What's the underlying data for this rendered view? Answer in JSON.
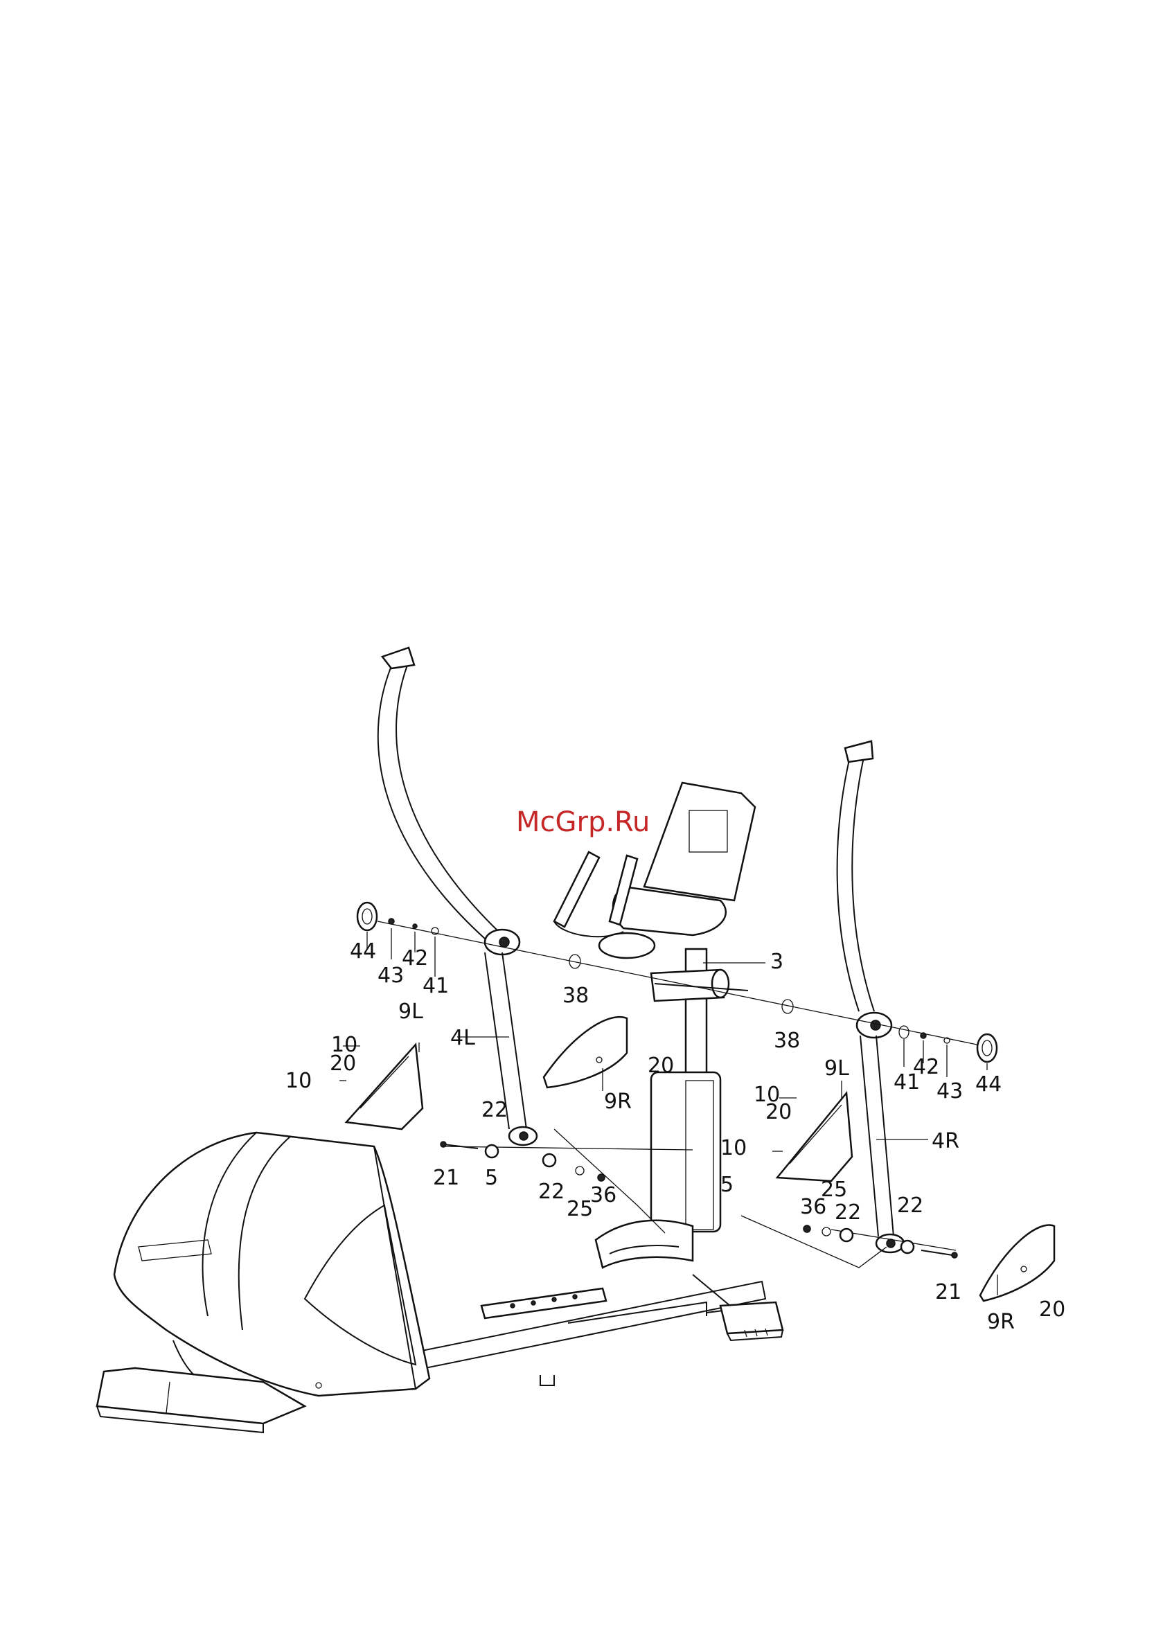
{
  "watermark": "McGrp.Ru",
  "labels": {
    "l44a": "44",
    "l43a": "43",
    "l42a": "42",
    "l41a": "41",
    "l38a": "38",
    "l3": "3",
    "l38b": "38",
    "l41b": "41",
    "l42b": "42",
    "l43b": "43",
    "l44b": "44",
    "l9La": "9L",
    "l10a": "10",
    "l20a": "20",
    "l10b": "10",
    "l4L": "4L",
    "l20b": "20",
    "l9Ra": "9R",
    "l22a": "22",
    "l21a": "21",
    "l5a": "5",
    "l22b": "22",
    "l25a": "25",
    "l36a": "36",
    "l9Lb": "9L",
    "l10c": "10",
    "l20c": "20",
    "l10d": "10",
    "l4R": "4R",
    "l25b": "25",
    "l36b": "36",
    "l22c": "22",
    "l22d": "22",
    "l5b": "5",
    "l21b": "21",
    "l9Rb": "9R",
    "l20d": "20"
  },
  "colors": {
    "line": "#111111",
    "watermark": "#c62828",
    "background": "#ffffff"
  }
}
